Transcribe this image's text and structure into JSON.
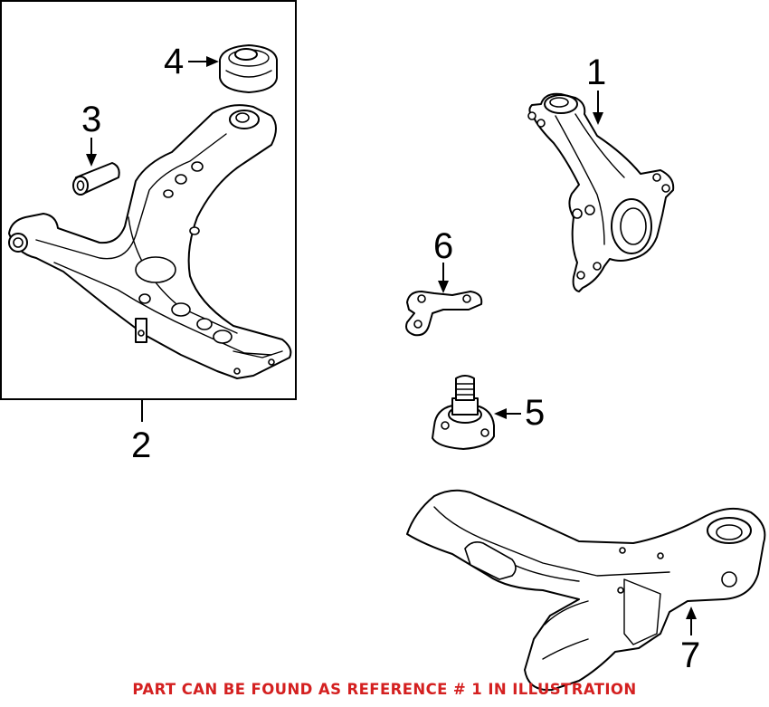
{
  "diagram": {
    "callouts": [
      {
        "id": "1",
        "label": "1"
      },
      {
        "id": "2",
        "label": "2"
      },
      {
        "id": "3",
        "label": "3"
      },
      {
        "id": "4",
        "label": "4"
      },
      {
        "id": "5",
        "label": "5"
      },
      {
        "id": "6",
        "label": "6"
      },
      {
        "id": "7",
        "label": "7"
      }
    ],
    "parts": [
      {
        "ref": "1",
        "icon": "steering-knuckle-icon"
      },
      {
        "ref": "2",
        "icon": "control-arm-assembly-icon"
      },
      {
        "ref": "3",
        "icon": "bushing-sleeve-icon"
      },
      {
        "ref": "4",
        "icon": "bushing-mount-icon"
      },
      {
        "ref": "5",
        "icon": "ball-joint-icon"
      },
      {
        "ref": "6",
        "icon": "ball-joint-plate-icon"
      },
      {
        "ref": "7",
        "icon": "subframe-icon"
      }
    ],
    "caption": "PART CAN BE FOUND AS REFERENCE # 1 IN ILLUSTRATION",
    "caption_color": "#d42020",
    "line_color": "#000000"
  }
}
